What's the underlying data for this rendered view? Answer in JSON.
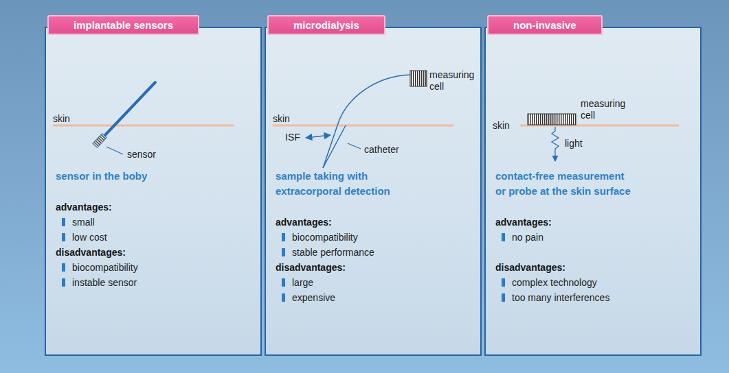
{
  "diagram": {
    "nodes": [
      {
        "text": [
          "implantable sensors",
          "sensor in the boby",
          "advantages:",
          "small",
          "low cost",
          "disadvantages:",
          "biocompatibility",
          "instable sensor"
        ]
      },
      {
        "text": [
          "microdialysis",
          "sample taking with extracorporal detection",
          "advantages:",
          "biocompatibility",
          "stable performance",
          "disadvantages:",
          "large",
          "expensive"
        ]
      },
      {
        "text": [
          "non-invasive",
          "contact-free measurement or probe at the skin surface",
          "advantages:",
          "no pain",
          "disadvantages:",
          "complex technology",
          "too many interferences"
        ]
      }
    ],
    "labels": [
      "skin",
      "sensor",
      "skin",
      "ISF",
      "catheter",
      "measuring cell",
      "skin",
      "measuring cell",
      "light"
    ]
  }
}
